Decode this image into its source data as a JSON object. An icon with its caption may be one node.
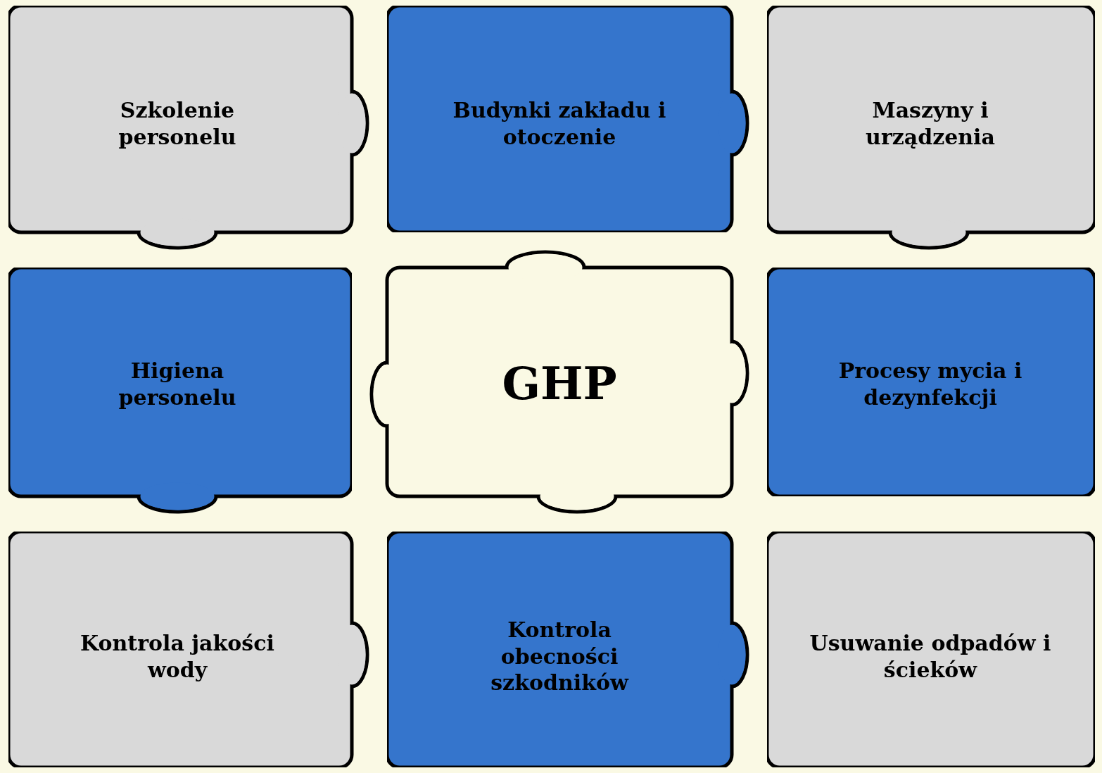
{
  "diagram": {
    "nodes": [
      {
        "text": [
          "Szkolenie personelu"
        ]
      },
      {
        "text": [
          "Budynki zakładu i otoczenie"
        ]
      },
      {
        "text": [
          "Maszyny i urządzenia"
        ]
      },
      {
        "text": [
          "Higiena personelu"
        ]
      },
      {
        "text": [
          "GHP"
        ]
      },
      {
        "text": [
          "Procesy mycia i dezynfekcji"
        ]
      },
      {
        "text": [
          "Kontrola jakości wody"
        ]
      },
      {
        "text": [
          "Kontrola obecności szkodników"
        ]
      },
      {
        "text": [
          "Usuwanie odpadów i ścieków"
        ]
      }
    ]
  }
}
